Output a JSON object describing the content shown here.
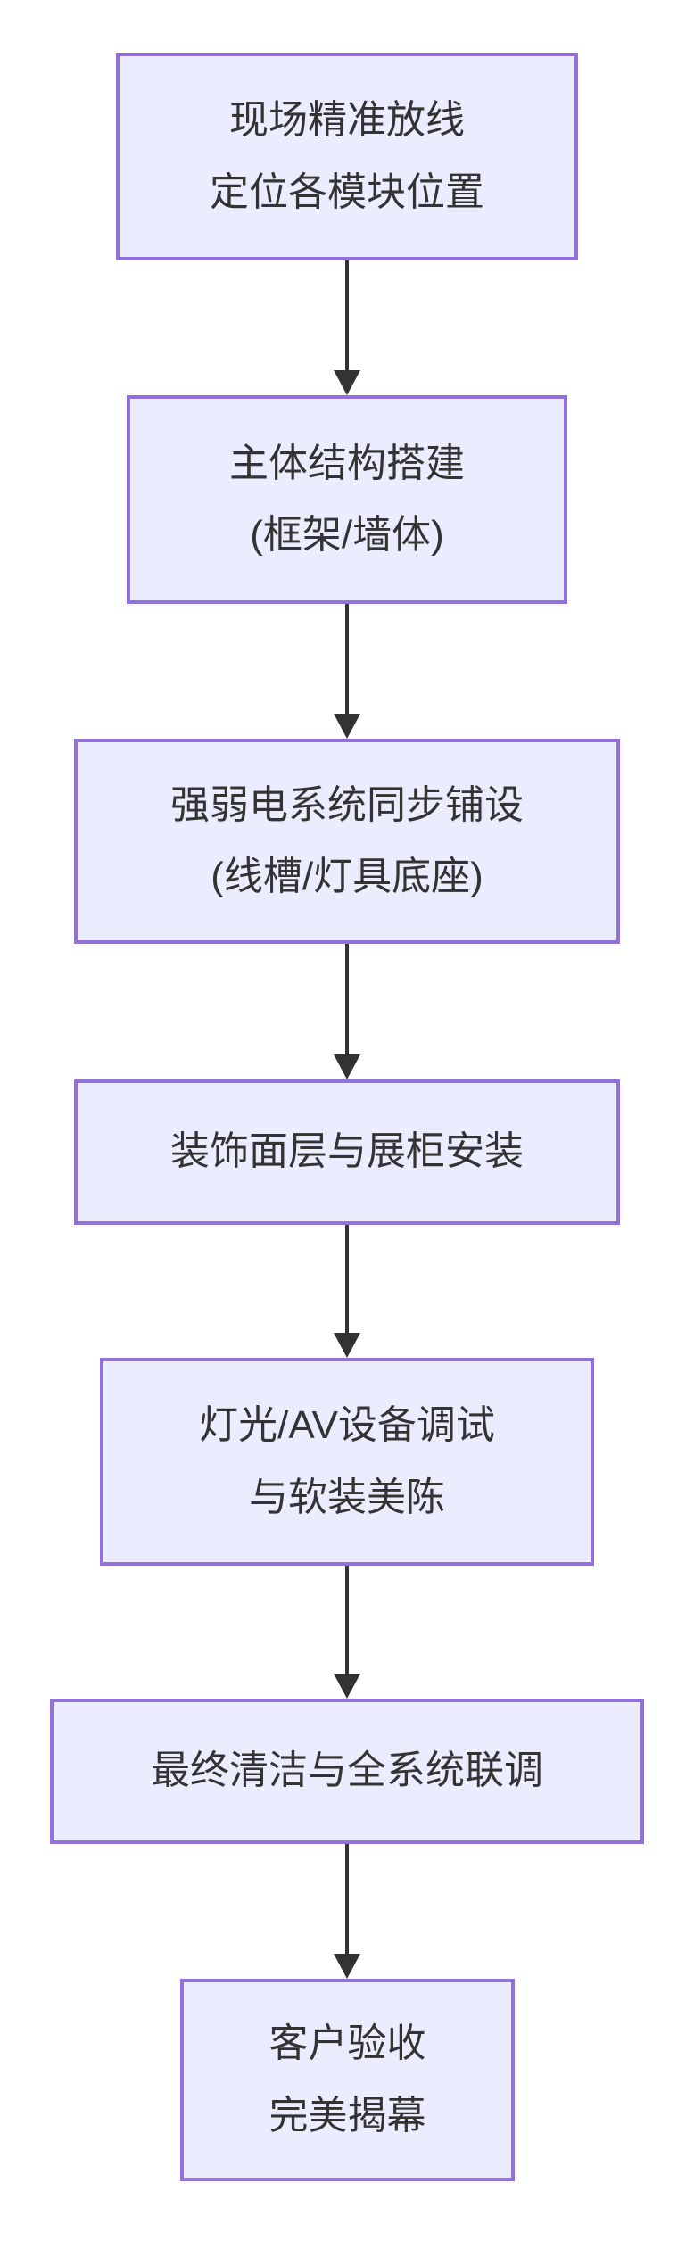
{
  "diagram": {
    "type": "flowchart",
    "direction": "top-down",
    "steps": [
      {
        "id": 1,
        "lines": [
          "现场精准放线",
          "定位各模块位置"
        ]
      },
      {
        "id": 2,
        "lines": [
          "主体结构搭建",
          "(框架/墙体)"
        ]
      },
      {
        "id": 3,
        "lines": [
          "强弱电系统同步铺设",
          "(线槽/灯具底座)"
        ]
      },
      {
        "id": 4,
        "lines": [
          "装饰面层与展柜安装"
        ]
      },
      {
        "id": 5,
        "lines": [
          "灯光/AV设备调试",
          "与软装美陈"
        ]
      },
      {
        "id": 6,
        "lines": [
          "最终清洁与全系统联调"
        ]
      },
      {
        "id": 7,
        "lines": [
          "客户验收",
          "完美揭幕"
        ]
      }
    ],
    "edges": [
      [
        1,
        2
      ],
      [
        2,
        3
      ],
      [
        3,
        4
      ],
      [
        4,
        5
      ],
      [
        5,
        6
      ],
      [
        6,
        7
      ]
    ]
  },
  "colors": {
    "background": "#FFFFFF",
    "node_fill": "#ECECFF",
    "node_border": "#9370DB",
    "text": "#333333",
    "arrow": "#333333"
  }
}
